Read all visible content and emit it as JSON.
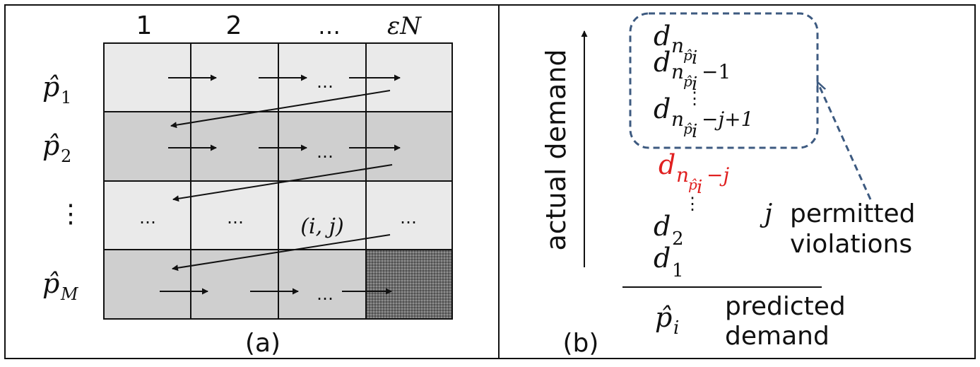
{
  "panel_a": {
    "caption": "(a)",
    "column_labels": [
      "1",
      "2",
      "…",
      "εN"
    ],
    "row_labels": [
      {
        "base": "p̂",
        "sub": "1"
      },
      {
        "base": "p̂",
        "sub": "2"
      },
      {
        "base": "⋮",
        "sub": ""
      },
      {
        "base": "p̂",
        "sub": "M"
      }
    ],
    "row_fills": [
      "#eaeaea",
      "#cfcfcf",
      "#eaeaea",
      "#cfcfcf"
    ],
    "cell_ellipsis": "…",
    "cell_label": "(i, j)",
    "vertical_dots": "⋮"
  },
  "panel_b": {
    "caption": "(b)",
    "y_axis_label": "actual demand",
    "x_axis_base": "p̂",
    "x_axis_sub": "i",
    "x_axis_line1": "predicted",
    "x_axis_line2": "demand",
    "d": "d",
    "n": "n",
    "p_hat": "p̂",
    "i": "i",
    "minus_one": "−1",
    "minus_j_plus_one": "−j+1",
    "minus_j": "−j",
    "two": "2",
    "one": "1",
    "vertical_dots": "⋮",
    "j": "j",
    "permitted": "permitted",
    "violations": "violations",
    "highlight_color": "#e02020",
    "box_color": "#3d5a80"
  }
}
